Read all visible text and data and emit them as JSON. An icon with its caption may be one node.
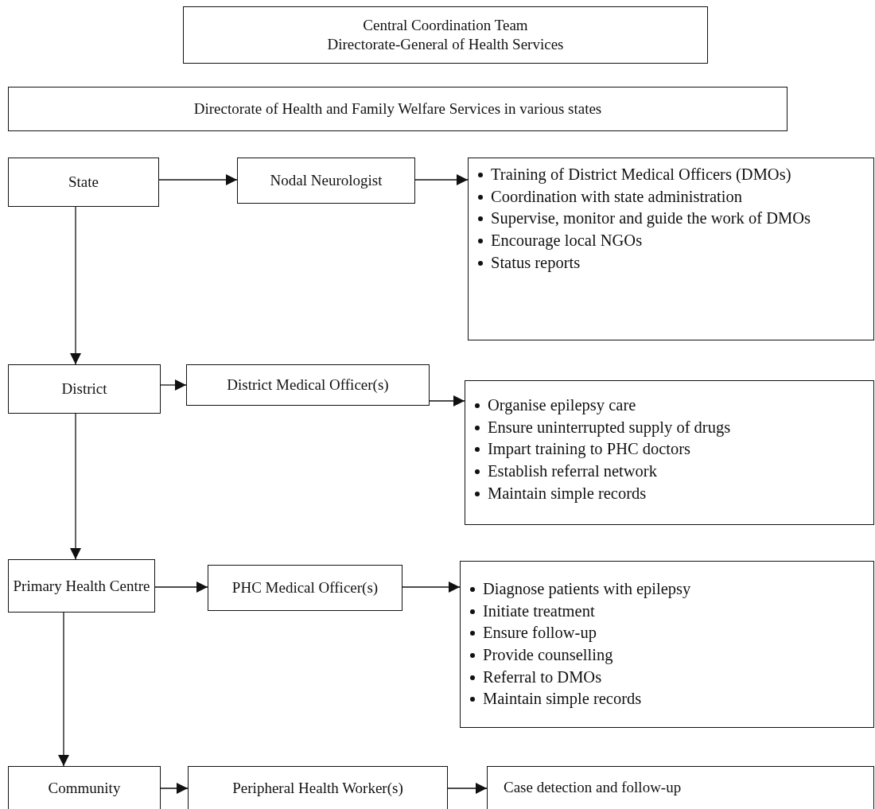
{
  "diagram": {
    "nodes": [
      {
        "text": [
          "Central Coordination Team",
          "Directorate-General of Health Services"
        ]
      },
      {
        "text": [
          "Directorate of Health and Family Welfare Services in various states"
        ]
      },
      {
        "text": [
          "State"
        ]
      },
      {
        "text": [
          "Nodal Neurologist"
        ]
      },
      {
        "text": [
          "Training of District Medical Officers (DMOs)",
          "Coordination with state administration",
          "Supervise, monitor and guide the work of DMOs",
          "Encourage local NGOs",
          "Status reports"
        ]
      },
      {
        "text": [
          "District"
        ]
      },
      {
        "text": [
          "District Medical Officer(s)"
        ]
      },
      {
        "text": [
          "Organise epilepsy care",
          "Ensure uninterrupted supply of drugs",
          "Impart training to PHC doctors",
          "Establish referral network",
          "Maintain simple records"
        ]
      },
      {
        "text": [
          "Primary Health Centre"
        ]
      },
      {
        "text": [
          "PHC Medical Officer(s)"
        ]
      },
      {
        "text": [
          "Diagnose patients with epilepsy",
          "Initiate treatment",
          "Ensure follow-up",
          "Provide counselling",
          "Referral to DMOs",
          "Maintain simple records"
        ]
      },
      {
        "text": [
          "Community"
        ]
      },
      {
        "text": [
          "Peripheral Health Worker(s)"
        ]
      },
      {
        "text": [
          "Case detection and follow-up"
        ]
      }
    ],
    "edges": [
      {
        "from": 2,
        "to": 3,
        "arrow": "to"
      },
      {
        "from": 3,
        "to": 4,
        "arrow": "to"
      },
      {
        "from": 2,
        "to": 5,
        "arrow": "to"
      },
      {
        "from": 5,
        "to": 6,
        "arrow": "to"
      },
      {
        "from": 6,
        "to": 7,
        "arrow": "to"
      },
      {
        "from": 5,
        "to": 8,
        "arrow": "to"
      },
      {
        "from": 8,
        "to": 9,
        "arrow": "to"
      },
      {
        "from": 9,
        "to": 10,
        "arrow": "to"
      },
      {
        "from": 8,
        "to": 11,
        "arrow": "to"
      },
      {
        "from": 11,
        "to": 12,
        "arrow": "to"
      },
      {
        "from": 12,
        "to": 13,
        "arrow": "to"
      }
    ]
  }
}
